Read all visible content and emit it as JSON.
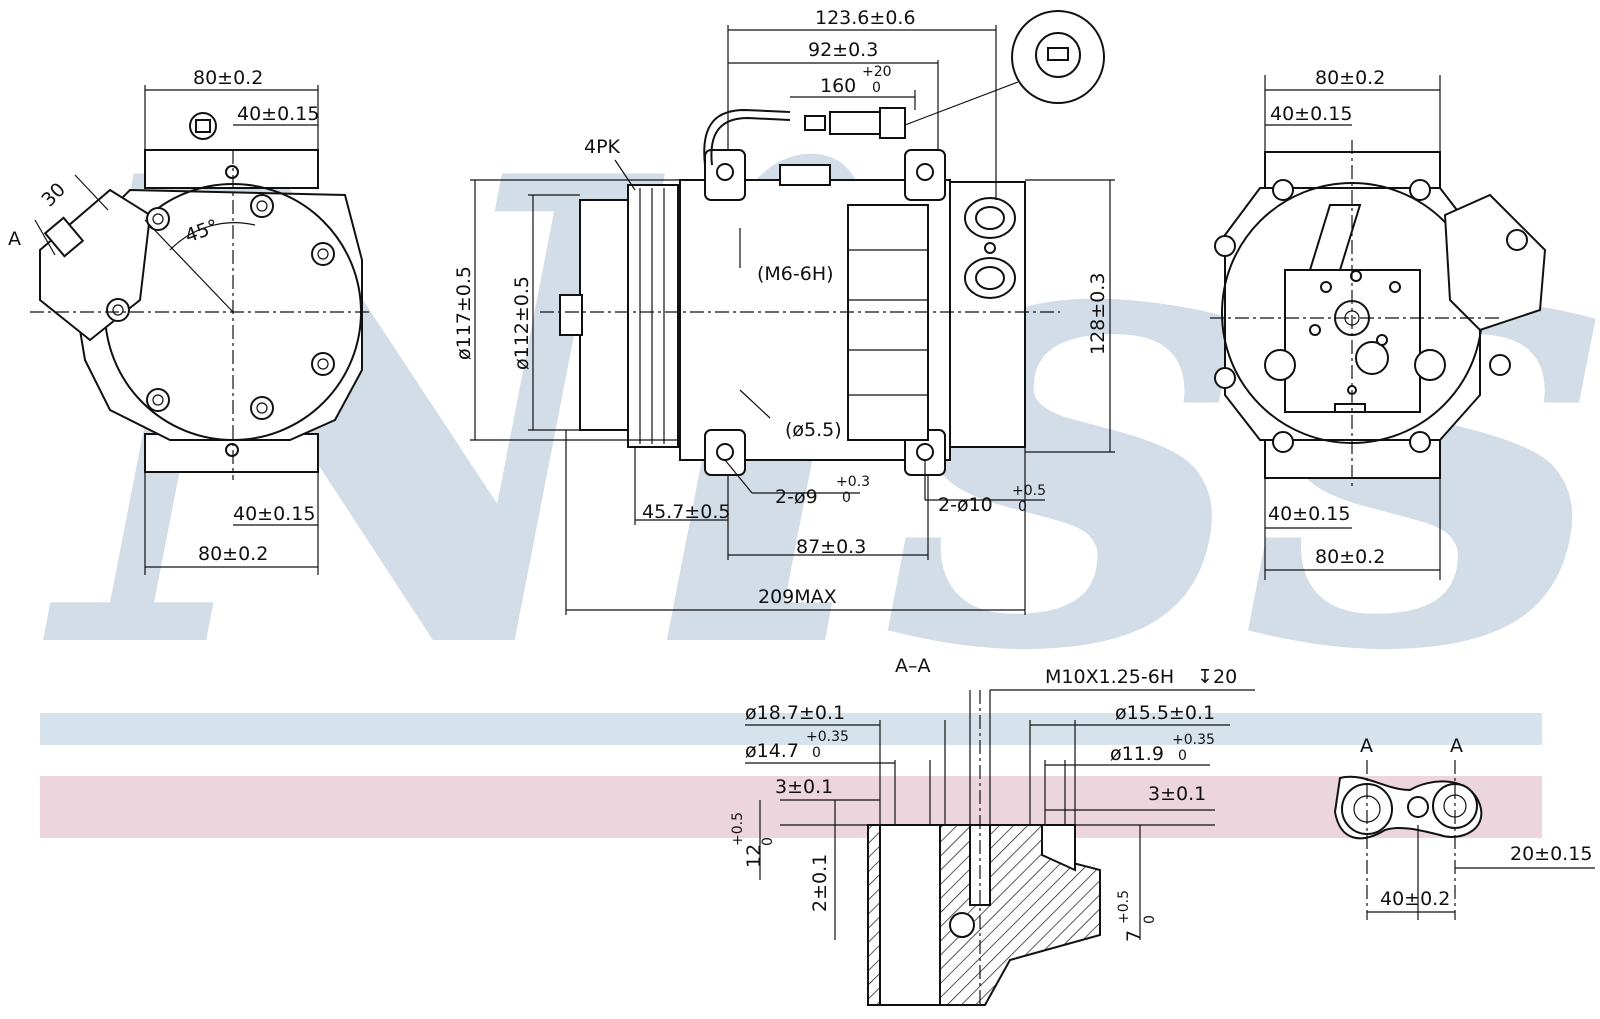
{
  "brand": {
    "watermark": "Nissens",
    "registered": "®",
    "colors": {
      "watermark": "#d3dde7",
      "band_blue": "#d7e3ec",
      "band_red": "#ecd5dc",
      "line": "#111111"
    }
  },
  "left_view": {
    "top_width": "80±0.2",
    "top_offset": "40±0.15",
    "bottom_offset": "40±0.15",
    "bottom_width": "80±0.2",
    "angle_small": "30",
    "angle_large": "45°",
    "section_marker": "A"
  },
  "side_view": {
    "overall_length": "123.6±0.6",
    "body_length": "92±0.3",
    "wire_length": "160",
    "wire_tol_plus": "+20",
    "wire_tol_minus": "0",
    "belt": "4PK",
    "dia_outer": "ø117±0.5",
    "dia_pulley": "ø112±0.5",
    "height": "128±0.3",
    "thread": "(M6-6H)",
    "hole": "(ø5.5)",
    "mount_hole_left": "2-ø9",
    "mount_hole_left_tol_plus": "+0.3",
    "mount_hole_left_tol_minus": "0",
    "mount_hole_right": "2-ø10",
    "mount_hole_right_tol_plus": "+0.5",
    "mount_hole_right_tol_minus": "0",
    "pulley_offset": "45.7±0.5",
    "mount_spacing": "87±0.3",
    "total_max": "209MAX"
  },
  "right_view": {
    "top_width": "80±0.2",
    "top_offset": "40±0.15",
    "bottom_offset": "40±0.15",
    "bottom_width": "80±0.2"
  },
  "section_view": {
    "title": "A–A",
    "thread": "M10X1.25-6H",
    "depth_symbol": "↧",
    "thread_depth": "20",
    "dia_left_outer": "ø18.7±0.1",
    "dia_left_inner": "ø14.7",
    "dia_left_inner_tol_plus": "+0.35",
    "dia_left_inner_tol_minus": "0",
    "dia_right_outer": "ø15.5±0.1",
    "dia_right_inner": "ø11.9",
    "dia_right_inner_tol_plus": "+0.35",
    "dia_right_inner_tol_minus": "0",
    "depth_left": "3±0.1",
    "depth_right": "3±0.1",
    "height_left": "12",
    "height_left_tol_plus": "+0.5",
    "height_left_tol_minus": "0",
    "step_left": "2±0.1",
    "height_right": "7",
    "height_right_tol_plus": "+0.5",
    "height_right_tol_minus": "0"
  },
  "port_view": {
    "label_a1": "A",
    "label_a2": "A",
    "spacing": "40±0.2",
    "offset": "20±0.15"
  }
}
